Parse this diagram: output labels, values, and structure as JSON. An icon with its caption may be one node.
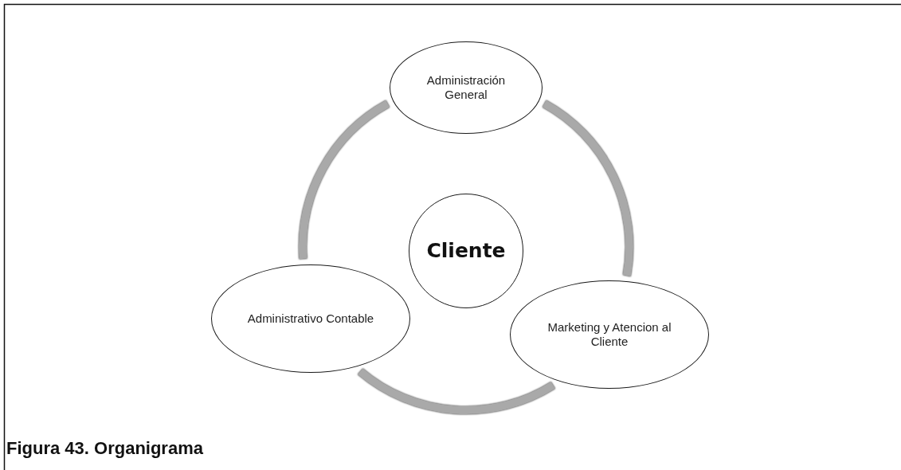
{
  "diagram": {
    "caption": "Figura 43.  Organigrama",
    "nodes": [
      {
        "text": [
          "Administración General"
        ]
      },
      {
        "text": [
          "Cliente"
        ]
      },
      {
        "text": [
          "Administrativo Contable"
        ]
      },
      {
        "text": [
          "Marketing y Atencion al Cliente"
        ]
      }
    ],
    "edges": [
      {
        "from": 0,
        "to": 2,
        "arrow": "none"
      },
      {
        "from": 2,
        "to": 3,
        "arrow": "none"
      },
      {
        "from": 3,
        "to": 0,
        "arrow": "none"
      }
    ]
  }
}
